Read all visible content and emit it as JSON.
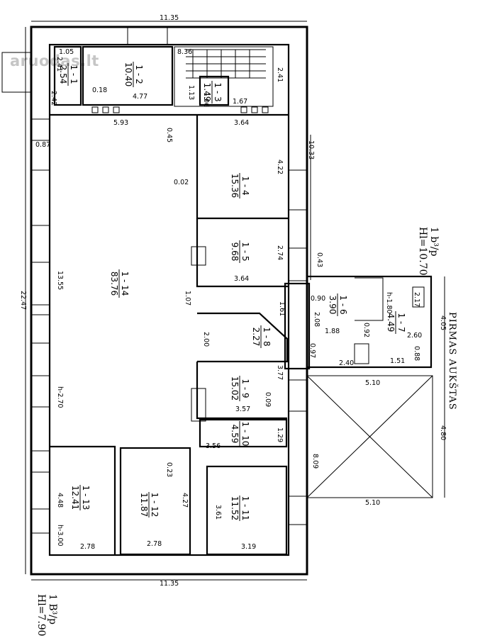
{
  "watermark": "aruodas.lt",
  "floor_title": "PIRMAS AUKŠTAS",
  "building_labels": {
    "main": {
      "code": "1 B³/p",
      "height": "Hl=7.90"
    },
    "annex": {
      "code": "1 b³/p",
      "height": "Hl=10.70"
    }
  },
  "rooms": [
    {
      "id": "1 - 1",
      "area": "2.54"
    },
    {
      "id": "1 - 2",
      "area": "10.40"
    },
    {
      "id": "1 - 3",
      "area": "1.49"
    },
    {
      "id": "1 - 4",
      "area": "15.36"
    },
    {
      "id": "1 - 5",
      "area": "9.68"
    },
    {
      "id": "1 - 6",
      "area": "3.90"
    },
    {
      "id": "1 - 7",
      "area": "4.49"
    },
    {
      "id": "1 - 8",
      "area": "2.27"
    },
    {
      "id": "1 - 9",
      "area": "15.02"
    },
    {
      "id": "1 - 10",
      "area": "4.59"
    },
    {
      "id": "1 - 11",
      "area": "11.52"
    },
    {
      "id": "1 - 12",
      "area": "11.87"
    },
    {
      "id": "1 - 13",
      "area": "12.41"
    },
    {
      "id": "1 - 14",
      "area": "83.76"
    }
  ],
  "dimensions": {
    "top_width": "11.35",
    "bottom_width": "11.35",
    "overall_length": "22.47",
    "right_length": "10.33",
    "d_1_05": "1.05",
    "d_2_41a": "2.41",
    "d_0_18": "0.18",
    "d_2_42": "2.42",
    "d_8_36": "8.36",
    "d_4_77": "4.77",
    "d_1_13": "1.13",
    "d_1_06": "1.06",
    "d_1_67": "1.67",
    "d_2_41b": "2.41",
    "d_5_93": "5.93",
    "d_0_45": "0.45",
    "d_3_64a": "3.64",
    "d_0_87": "0.87",
    "d_4_22": "4.22",
    "d_0_02": "0.02",
    "d_2_74": "2.74",
    "d_3_64b": "3.64",
    "d_0_43": "0.43",
    "d_13_55": "13.55",
    "d_1_07": "1.07",
    "d_0_90": "0.90",
    "d_1_61": "1.61",
    "d_2_08": "2.08",
    "d_1_88": "1.88",
    "d_0_92": "0.92",
    "d_h180": "h-1.80",
    "d_2_17": "2.17",
    "d_2_60": "2.60",
    "d_4_05": "4.05",
    "d_0_97": "0.97",
    "d_0_88": "0.88",
    "d_1_51": "1.51",
    "d_2_40": "2.40",
    "d_2_00": "2.00",
    "d_3_77": "3.77",
    "d_5_10a": "5.10",
    "d_h270": "h-2.70",
    "d_3_57": "3.57",
    "d_0_09": "0.09",
    "d_1_29": "1.29",
    "d_3_56": "3.56",
    "d_4_80": "4.80",
    "d_0_23": "0.23",
    "d_8_09": "8.09",
    "d_4_27": "4.27",
    "d_4_48": "4.48",
    "d_3_61": "3.61",
    "d_5_10b": "5.10",
    "d_h300": "h-3.00",
    "d_2_78a": "2.78",
    "d_2_78b": "2.78",
    "d_3_19": "3.19"
  }
}
